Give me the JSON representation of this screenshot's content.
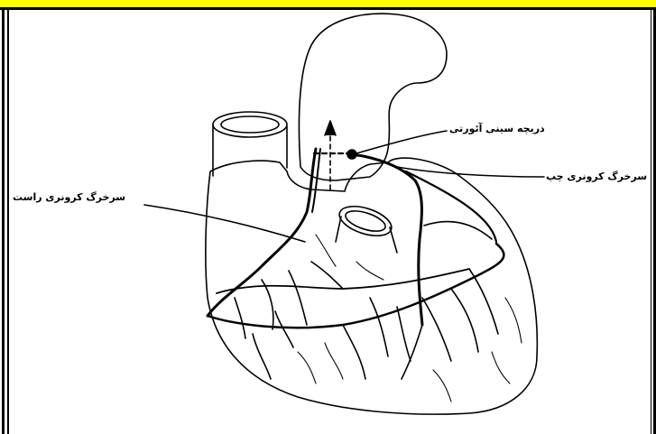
{
  "labels": {
    "aortic_valve": "دریچه سینی آئورتی",
    "left_coronary_artery": "سرخرگ کرونری چپ",
    "right_coronary_artery": "سرخرگ کرونری راست"
  },
  "colors": {
    "top_band": "#ffff00",
    "frame": "#000000",
    "background": "#ffffff"
  }
}
